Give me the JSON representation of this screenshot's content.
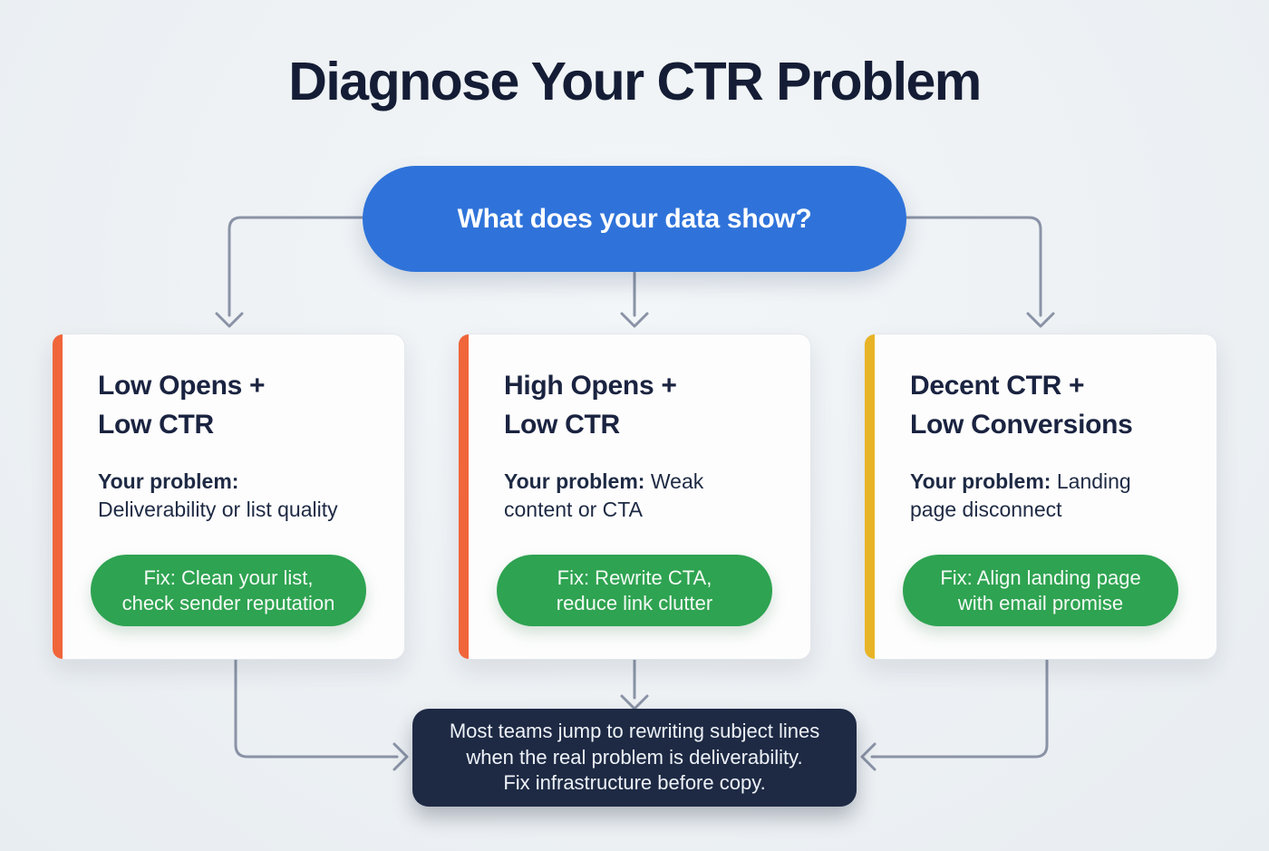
{
  "title": "Diagnose Your CTR Problem",
  "root_question": {
    "label": "What does your data show?"
  },
  "cards": [
    {
      "title": "Low Opens +\nLow CTR",
      "problem_label": "Your problem:",
      "problem_text": "Deliverability or list quality",
      "fix_label": "Fix: Clean your list,\ncheck sender reputation",
      "accent_color": "#f0653a"
    },
    {
      "title": "High Opens +\nLow CTR",
      "problem_label": "Your problem:",
      "problem_text": "Weak content or CTA",
      "fix_label": "Fix: Rewrite CTA,\nreduce link clutter",
      "accent_color": "#f0653a"
    },
    {
      "title": "Decent CTR +\nLow Conversions",
      "problem_label": "Your problem:",
      "problem_text": "Landing page disconnect",
      "fix_label": "Fix: Align landing page\nwith email promise",
      "accent_color": "#e8b427"
    }
  ],
  "note": {
    "text": "Most teams jump to rewriting subject lines\nwhen the real problem is deliverability.\nFix infrastructure before copy."
  },
  "colors": {
    "background": "#edf1f4",
    "title_text": "#141d35",
    "question_pill_blue": "#2f73da",
    "card_background": "#fdfdfd",
    "card_accent_orange": "#f0653a",
    "card_accent_gold": "#e8b427",
    "fix_pill_green": "#2ea351",
    "note_background": "#1e2a44",
    "connector_gray": "#8a93a6"
  }
}
